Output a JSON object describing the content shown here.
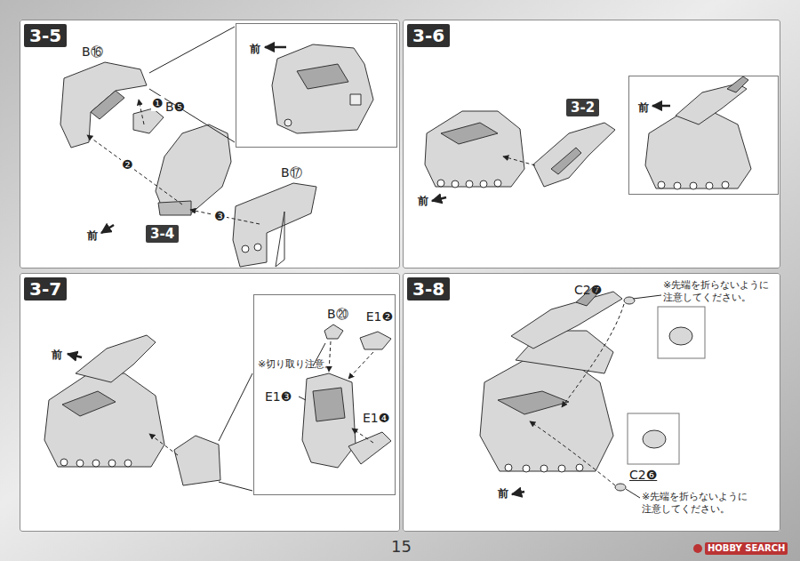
{
  "diagram": {
    "nodes": [
      {
        "text": [
          "3-5"
        ]
      },
      {
        "text": [
          "前"
        ],
        "in": 0
      },
      {
        "text": [
          "3-4"
        ],
        "in": 0
      },
      {
        "text": [
          "3-6"
        ]
      },
      {
        "text": [
          "3-2"
        ],
        "in": 3
      },
      {
        "text": [
          "前"
        ],
        "in": 3
      },
      {
        "text": [
          "3-7"
        ]
      },
      {
        "text": [
          "B⑳",
          "※切り取り注意。",
          "E1❷",
          "E1❸",
          "E1❹"
        ],
        "in": 6
      },
      {
        "text": [
          "3-8"
        ]
      }
    ],
    "labels": [
      "B⑯",
      "❶",
      "B❺",
      "❷",
      "❸",
      "B⑰",
      "前",
      "前",
      "前",
      "C2❼",
      "※先端を折らないように 注意してください。",
      "C2❻",
      "※先端を折らないように 注意してください。",
      "前",
      "15",
      "HOBBY SEARCH"
    ]
  }
}
